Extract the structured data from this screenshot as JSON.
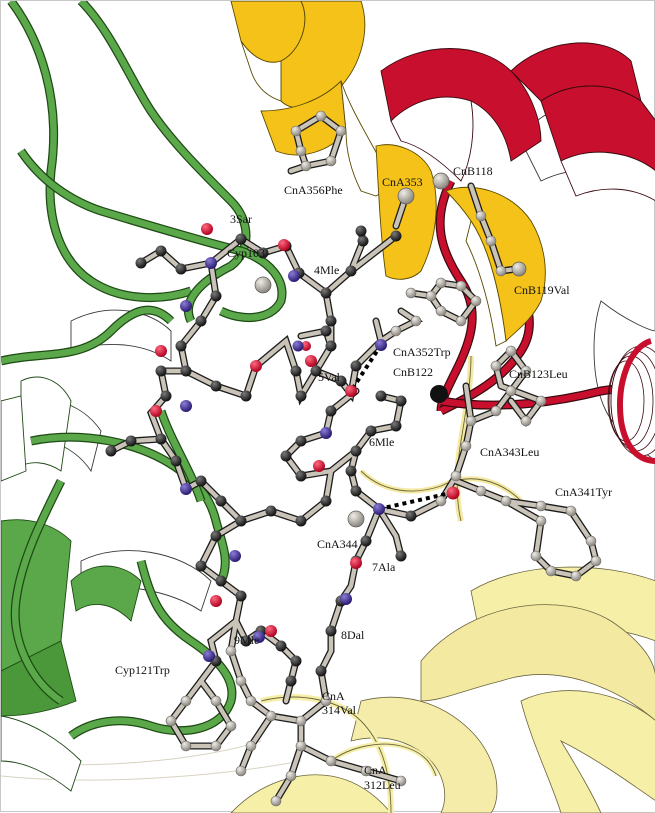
{
  "labels": {
    "cna356phe": "CnA356Phe",
    "cna353": "CnA353",
    "cnb118": "CnB118",
    "sar3": "3Sar",
    "cyp103": "Cyp103",
    "mle4": "4Mle",
    "cnb119val": "CnB119Val",
    "cna352trp": "CnA352Trp",
    "val5": "5Val",
    "cnb122": "CnB122",
    "cnb123leu": "CnB123Leu",
    "mle6": "6Mle",
    "cna343leu": "CnA343Leu",
    "cna341tyr": "CnA341Tyr",
    "cna344": "CnA344",
    "ala7": "7Ala",
    "dal8": "8Dal",
    "mle9": "9Mle",
    "cyp121trp": "Cyp121Trp",
    "cna314_a": "CnA",
    "cna314_b": "314Val",
    "cna312_a": "CnA",
    "cna312_b": "312Leu"
  },
  "colors": {
    "cyclophilin": "#5aa84a",
    "cna_helix": "#f5c21a",
    "cnb_helix": "#c8102e",
    "cna_pale": "#f6efa8",
    "bond": "#c9c3b8",
    "carbon": "#1e1e1e",
    "oxygen": "#d4143c",
    "nitrogen": "#3a2a8a",
    "calpha": "#b8b4ae",
    "hbond": "#000000"
  }
}
